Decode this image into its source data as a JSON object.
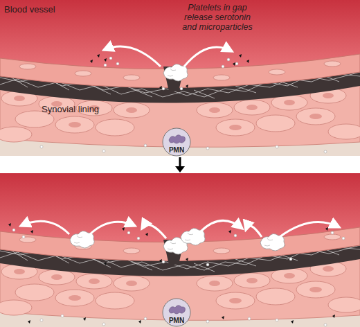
{
  "diagram": {
    "nodes": [
      {
        "text": [
          "PMN"
        ]
      },
      {
        "text": [
          "PMN"
        ]
      }
    ],
    "labels": [
      "Blood vessel",
      "Platelets in gap release serotonin and microparticles",
      "Synovial lining"
    ]
  }
}
